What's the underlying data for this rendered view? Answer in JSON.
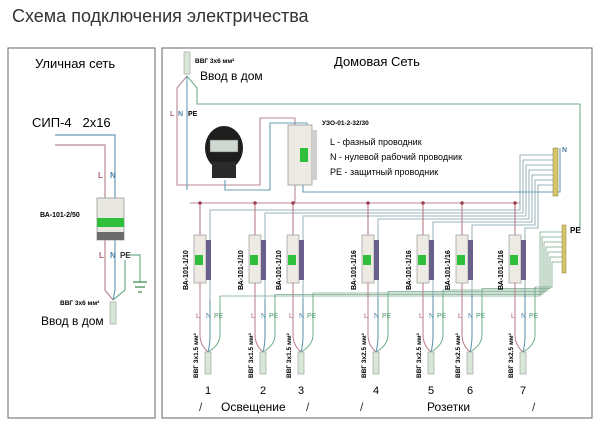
{
  "title": "Схема подключения электричества",
  "street": {
    "heading": "Уличная сеть",
    "supply_cable": "СИП-4   2х16",
    "main_breaker": "ВА-101-2/50",
    "cable_label": "ВВГ 3х6 мм²",
    "entry_label": "Ввод в дом",
    "wire_L": "L",
    "wire_N": "N",
    "wire_PE": "PE"
  },
  "house": {
    "heading": "Домовая Сеть",
    "cable_label": "ВВГ 3х6 мм²",
    "entry_label": "Ввод в дом",
    "wire_L": "L",
    "wire_N": "N",
    "wire_PE": "PE",
    "rcd_label": "УЗО-01-2-32/30",
    "n_bus": "N",
    "pe_bus": "PE",
    "legend": [
      "L - фазный проводник",
      "N - нулевой рабочий проводник",
      "PE - защитный проводник"
    ],
    "breakers": [
      {
        "model": "ВА-101-1/10",
        "cable": "ВВГ 3х1.5 мм²",
        "number": "1"
      },
      {
        "model": "ВА-101-1/10",
        "cable": "ВВГ 3х1.5 мм²",
        "number": "2"
      },
      {
        "model": "ВА-101-1/10",
        "cable": "ВВГ 3х1.5 мм²",
        "number": "3"
      },
      {
        "model": "ВА-101-1/16",
        "cable": "ВВГ 3х2.5 мм²",
        "number": "4"
      },
      {
        "model": "ВА-101-1/16",
        "cable": "ВВГ 3х2.5 мм²",
        "number": "5"
      },
      {
        "model": "ВА-101-1/16",
        "cable": "ВВГ 3х2.5 мм²",
        "number": "6"
      },
      {
        "model": "ВА-101-1/16",
        "cable": "ВВГ 3х2.5 мм²",
        "number": "7"
      }
    ],
    "group_lighting": "Освещение",
    "group_sockets": "Розетки"
  },
  "colors": {
    "phase": "#b97a86",
    "neutral": "#5a8fa8",
    "earth": "#6fae8a",
    "breaker_green": "#2fbf3a",
    "frame": "#555555"
  }
}
